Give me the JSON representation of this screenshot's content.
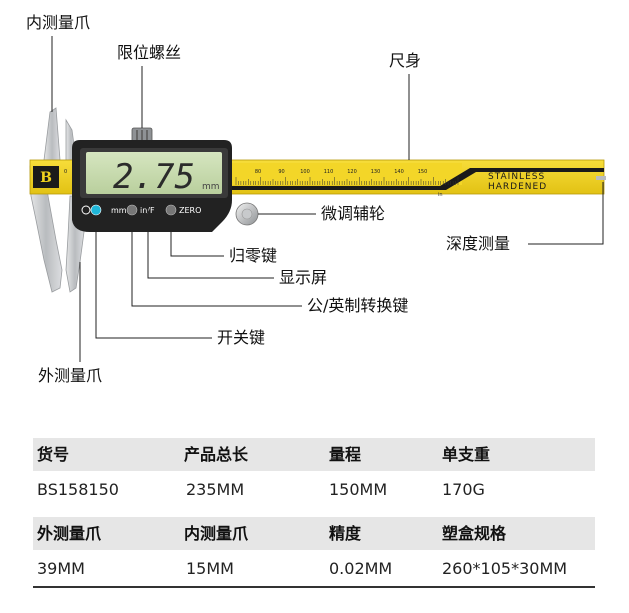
{
  "diagram": {
    "callouts": {
      "inner_jaw": "内测量爪",
      "lock_screw": "限位螺丝",
      "ruler_body": "尺身",
      "fine_wheel": "微调辅轮",
      "depth_rod": "深度测量",
      "zero_key": "归零键",
      "display": "显示屏",
      "unit_key": "公/英制转换键",
      "power_key": "开关键",
      "outer_jaw": "外测量爪"
    },
    "device": {
      "brand": "B",
      "reading": "2.75",
      "unit": "mm",
      "button_unit_label": "mm",
      "button_inch_label": "in/F",
      "button_zero_label": "ZERO",
      "scale_labels": [
        "0",
        "80",
        "90",
        "100",
        "110",
        "120",
        "130",
        "140",
        "150"
      ],
      "body_text_1": "STAINLESS",
      "body_text_2": "HARDENED",
      "body_text_small": "in"
    },
    "colors": {
      "ruler_yellow": "#f2d31e",
      "lcd": "#c9ddb0",
      "housing": "#222222",
      "steel": "#c7c9cb",
      "indicator": "#1fb6d8"
    }
  },
  "specs": {
    "rows": [
      {
        "headers": [
          "货号",
          "产品总长",
          "量程",
          "单支重"
        ],
        "values": [
          "BS158150",
          "235MM",
          "150MM",
          "170G"
        ]
      },
      {
        "headers": [
          "外测量爪",
          "内测量爪",
          "精度",
          "塑盒规格"
        ],
        "values": [
          "39MM",
          "15MM",
          "0.02MM",
          "260*105*30MM"
        ]
      }
    ]
  }
}
